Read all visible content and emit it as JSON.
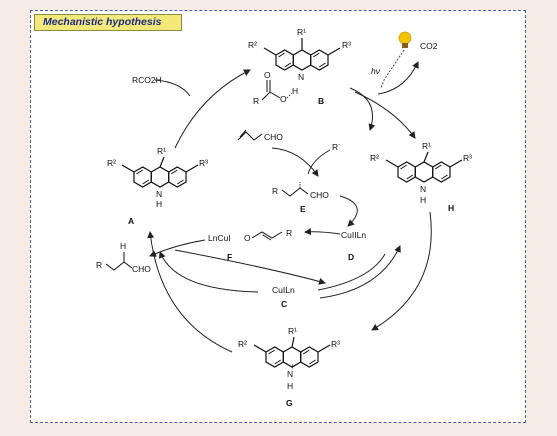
{
  "header": {
    "title": "Mechanistic hypothesis"
  },
  "species": {
    "A": {
      "label": "A",
      "r1": "R¹",
      "r2": "R²",
      "r3": "R³",
      "nh": "N",
      "h": "H"
    },
    "B": {
      "label": "B",
      "r1": "R¹",
      "r2": "R²",
      "r3": "R³",
      "n": "N",
      "h": "H",
      "r": "R",
      "o": "O"
    },
    "H": {
      "label": "H",
      "r1": "R¹",
      "r2": "R²",
      "r3": "R³",
      "nh": "N",
      "h": "H"
    },
    "G": {
      "label": "G",
      "r1": "R¹",
      "r2": "R²",
      "r3": "R³",
      "nh": "N",
      "h": "H",
      "plus": "+"
    },
    "E": {
      "label": "E",
      "r": "R",
      "cho": "CHO"
    },
    "F": {
      "label": "F",
      "lncu": "LnCuI",
      "o": "O",
      "r": "R"
    },
    "D": {
      "label": "D",
      "text": "CuIILn"
    },
    "C": {
      "label": "C",
      "text": "CuILn"
    }
  },
  "reagents": {
    "rco2h": "RCO2H",
    "co2": "CO2",
    "hv": "hν",
    "radical": "R˙",
    "acrolein": "CHO",
    "product_cho": "CHO",
    "product_r": "R",
    "product_h": "H"
  },
  "colors": {
    "banner_bg": "#f3e97a",
    "banner_text": "#1c2a88",
    "frame_border": "#4a5da8",
    "page_bg": "#f7ebe6",
    "bulb": "#f2c400"
  }
}
